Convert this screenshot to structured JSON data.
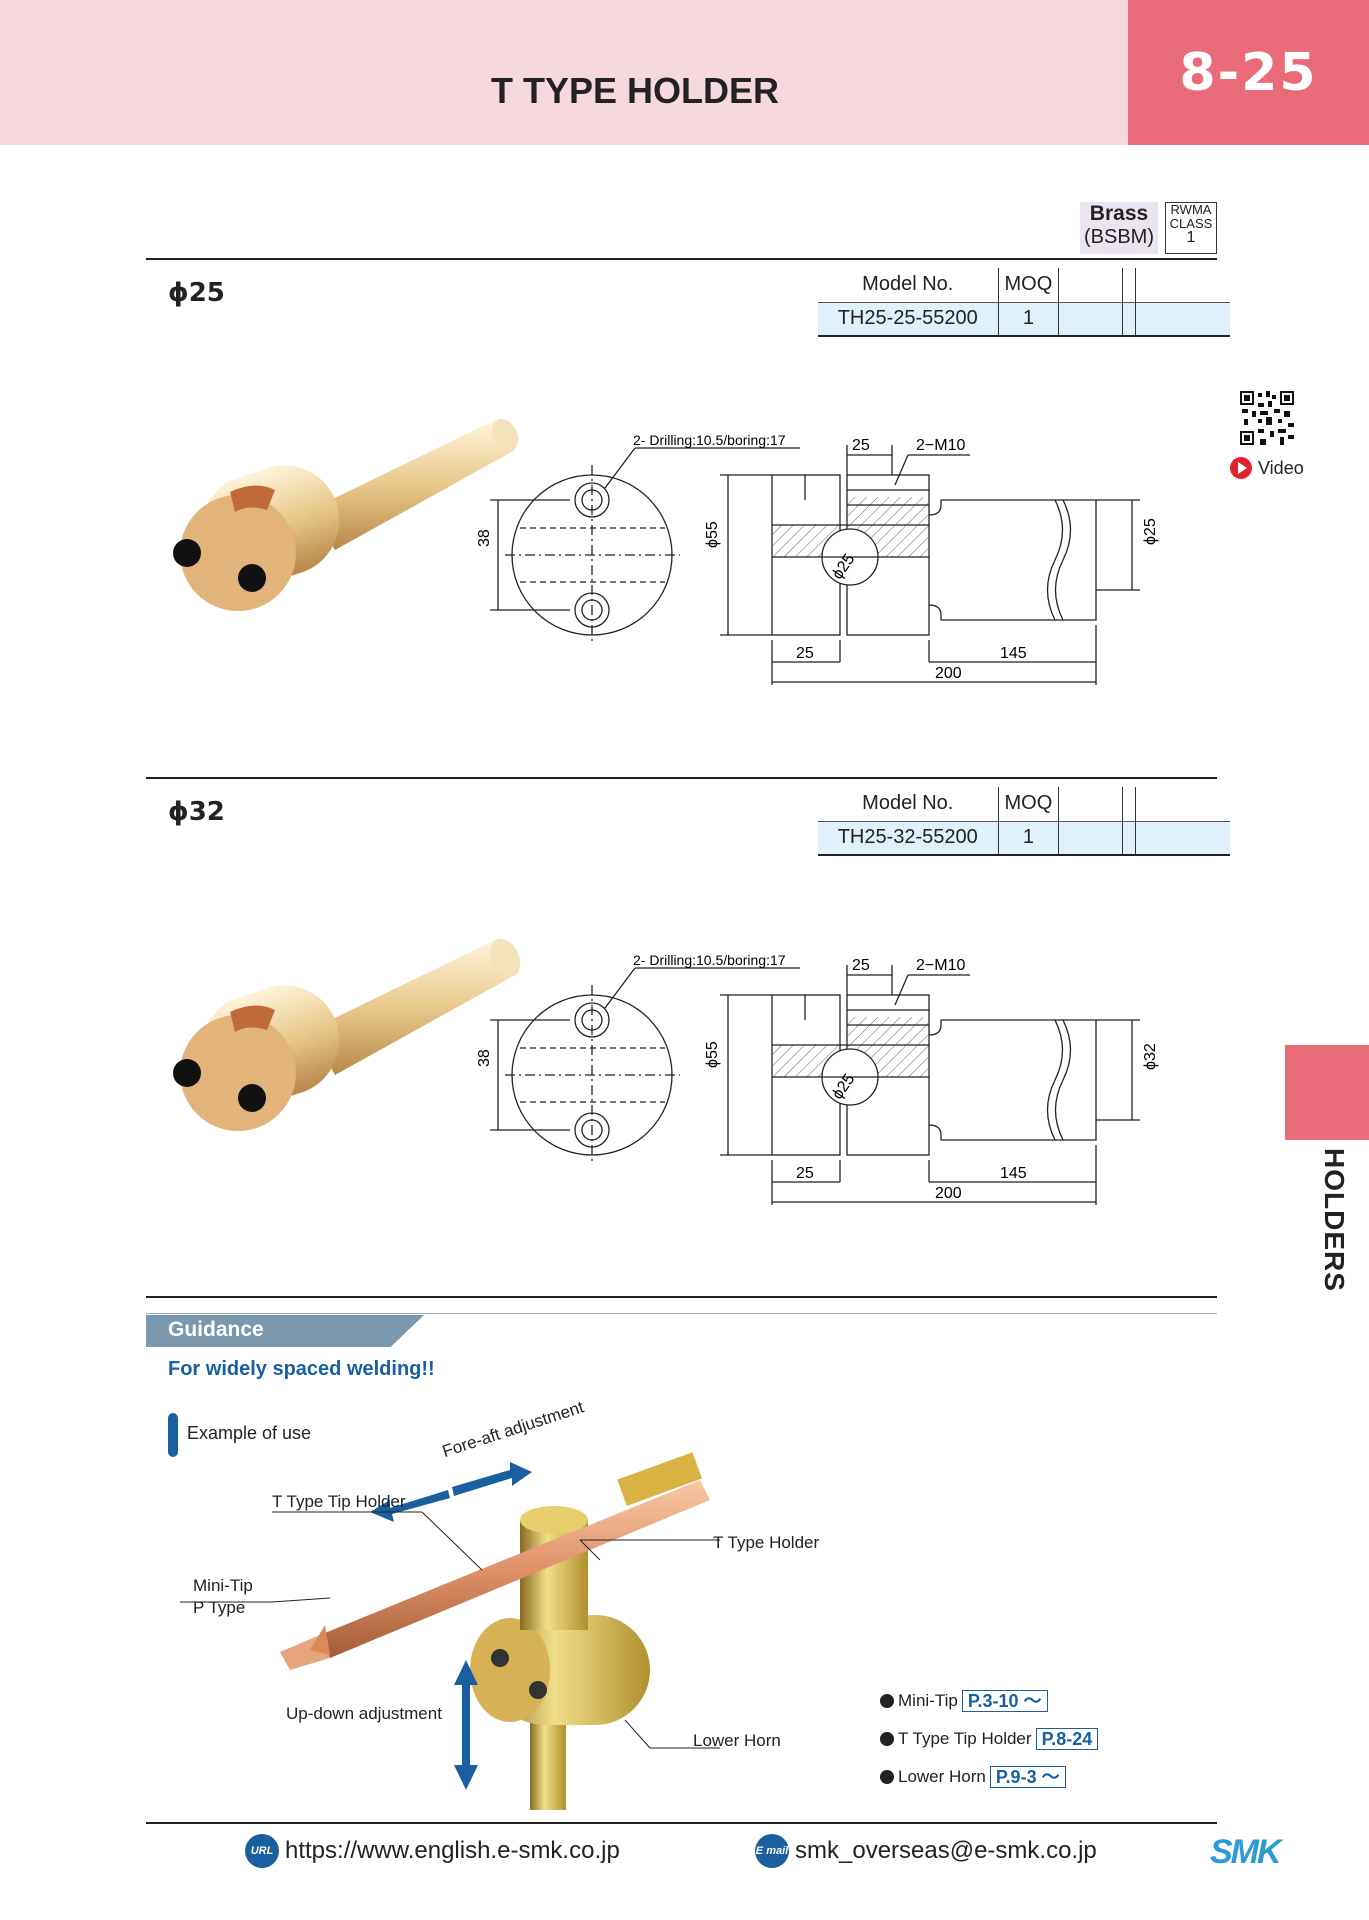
{
  "header": {
    "title": "T TYPE HOLDER",
    "page": "8-25"
  },
  "material": {
    "name": "Brass",
    "code": "(BSBM)",
    "rwma_line1": "RWMA",
    "rwma_line2": "CLASS",
    "rwma_class": "1"
  },
  "video": {
    "label": "Video"
  },
  "side_tab": {
    "label": "HOLDERS"
  },
  "sections": [
    {
      "title": "ϕ25",
      "model_header": "Model No.",
      "moq_header": "MOQ",
      "model": "TH25-25-55200",
      "moq": "1",
      "drawing": {
        "drill_note": "2- Drilling:10.5/boring:17",
        "pitch": "38",
        "body_dia": "ϕ55",
        "bore_dia": "ϕ25",
        "top_len": "25",
        "thread": "2−M10",
        "base_len": "25",
        "shaft_len": "145",
        "total_len": "200",
        "shaft_dia": "ϕ25"
      }
    },
    {
      "title": "ϕ32",
      "model_header": "Model No.",
      "moq_header": "MOQ",
      "model": "TH25-32-55200",
      "moq": "1",
      "drawing": {
        "drill_note": "2- Drilling:10.5/boring:17",
        "pitch": "38",
        "body_dia": "ϕ55",
        "bore_dia": "ϕ25",
        "top_len": "25",
        "thread": "2−M10",
        "base_len": "25",
        "shaft_len": "145",
        "total_len": "200",
        "shaft_dia": "ϕ32"
      }
    }
  ],
  "guidance": {
    "tag": "Guidance",
    "headline": "For widely spaced welding!!",
    "example": "Example of use",
    "labels": {
      "fore_aft": "Fore-aft adjustment",
      "tip_holder": "T Type Tip Holder",
      "holder": "T Type Holder",
      "minitip_1": "Mini-Tip",
      "minitip_2": "P Type",
      "updown": "Up-down adjustment",
      "lower_horn": "Lower Horn"
    },
    "refs": [
      {
        "name": "Mini-Tip",
        "page": "P.3-10 ～"
      },
      {
        "name": "T Type Tip Holder",
        "page": "P.8-24"
      },
      {
        "name": "Lower Horn",
        "page": "P.9-3 ～"
      }
    ]
  },
  "footer": {
    "url_badge": "URL",
    "url": "https://www.english.e-smk.co.jp",
    "mail_badge": "E mail",
    "email": "smk_overseas@e-smk.co.jp",
    "logo": "SMK"
  }
}
